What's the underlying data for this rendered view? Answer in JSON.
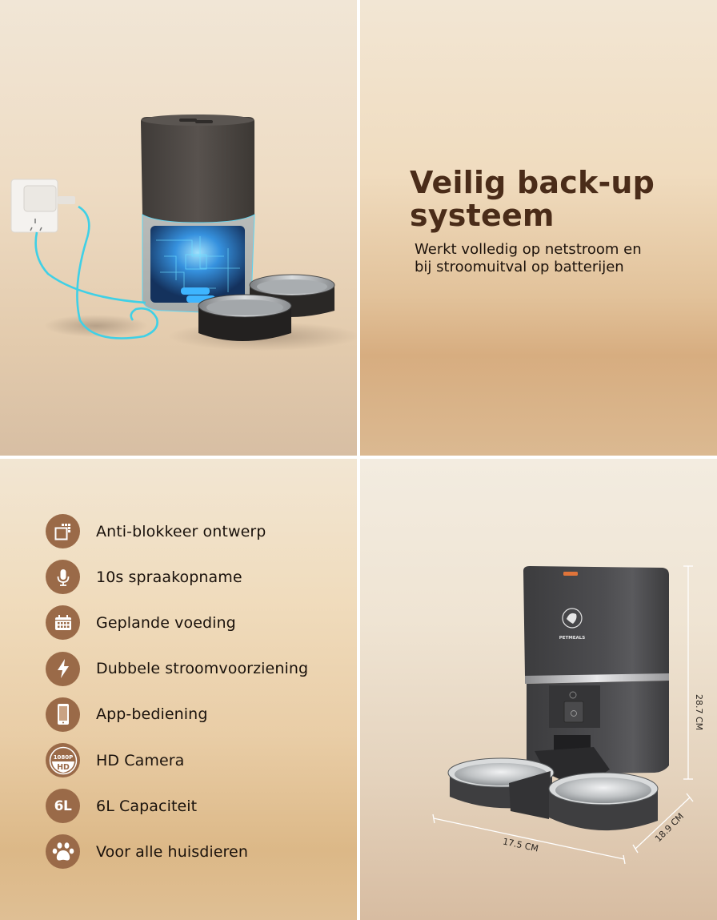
{
  "top_right": {
    "headline_line1": "Veilig back-up",
    "headline_line2": "systeem",
    "subline_line1": "Werkt volledig op netstroom en",
    "subline_line2": "bij stroomuitval op batterijen"
  },
  "features": [
    {
      "icon": "anti-block-icon",
      "label": "Anti-blokkeer ontwerp"
    },
    {
      "icon": "microphone-icon",
      "label": "10s spraakopname"
    },
    {
      "icon": "calendar-icon",
      "label": "Geplande voeding"
    },
    {
      "icon": "lightning-icon",
      "label": "Dubbele stroomvoorziening"
    },
    {
      "icon": "smartphone-icon",
      "label": "App-bediening"
    },
    {
      "icon": "hd-1080p-icon",
      "label": "HD Camera",
      "icon_text_top": "1080P",
      "icon_text_bottom": "HD"
    },
    {
      "icon": "capacity-6l-icon",
      "label": "6L Capaciteit",
      "icon_text": "6L"
    },
    {
      "icon": "paw-icon",
      "label": "Voor alle huisdieren"
    }
  ],
  "product_dimensions": {
    "height": "28.7 CM",
    "width": "17.5 CM",
    "depth": "18.9 CM",
    "brand_logo_text": "PETMEALS"
  },
  "colors": {
    "heading_brown": "#4a2c19",
    "icon_circle_brown": "#9a6a48",
    "cable_cyan": "#3fd0e6",
    "device_dark_gray": "#48484a",
    "indicator_orange": "#e0743a"
  }
}
